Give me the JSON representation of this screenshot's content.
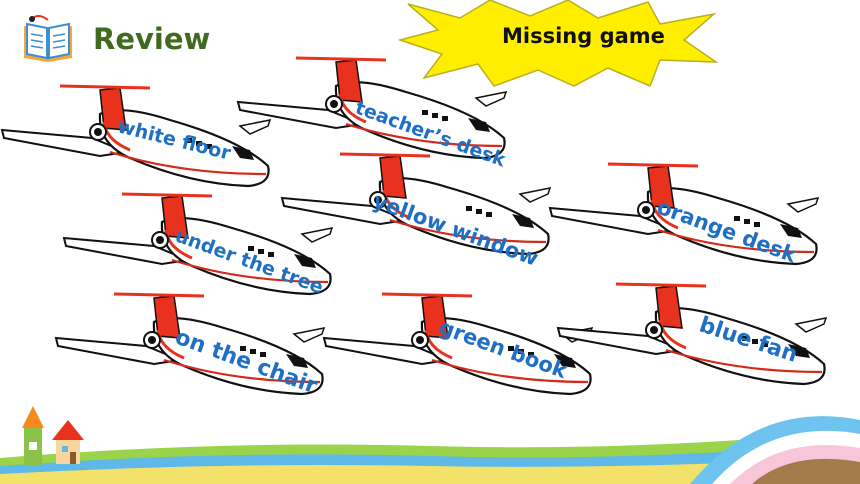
{
  "header": {
    "title": "Review",
    "game_title": "Missing game"
  },
  "planes": [
    {
      "label": "white floor"
    },
    {
      "label": "teacher’s desk"
    },
    {
      "label": "yellow window"
    },
    {
      "label": "orange desk"
    },
    {
      "label": "under the tree"
    },
    {
      "label": "on the chair"
    },
    {
      "label": "green book"
    },
    {
      "label": "blue fan"
    }
  ],
  "colors": {
    "title_green": "#3f6a1f",
    "label_blue": "#1f6fc4",
    "star_yellow": "#ffee00",
    "plane_red": "#e8321e"
  }
}
